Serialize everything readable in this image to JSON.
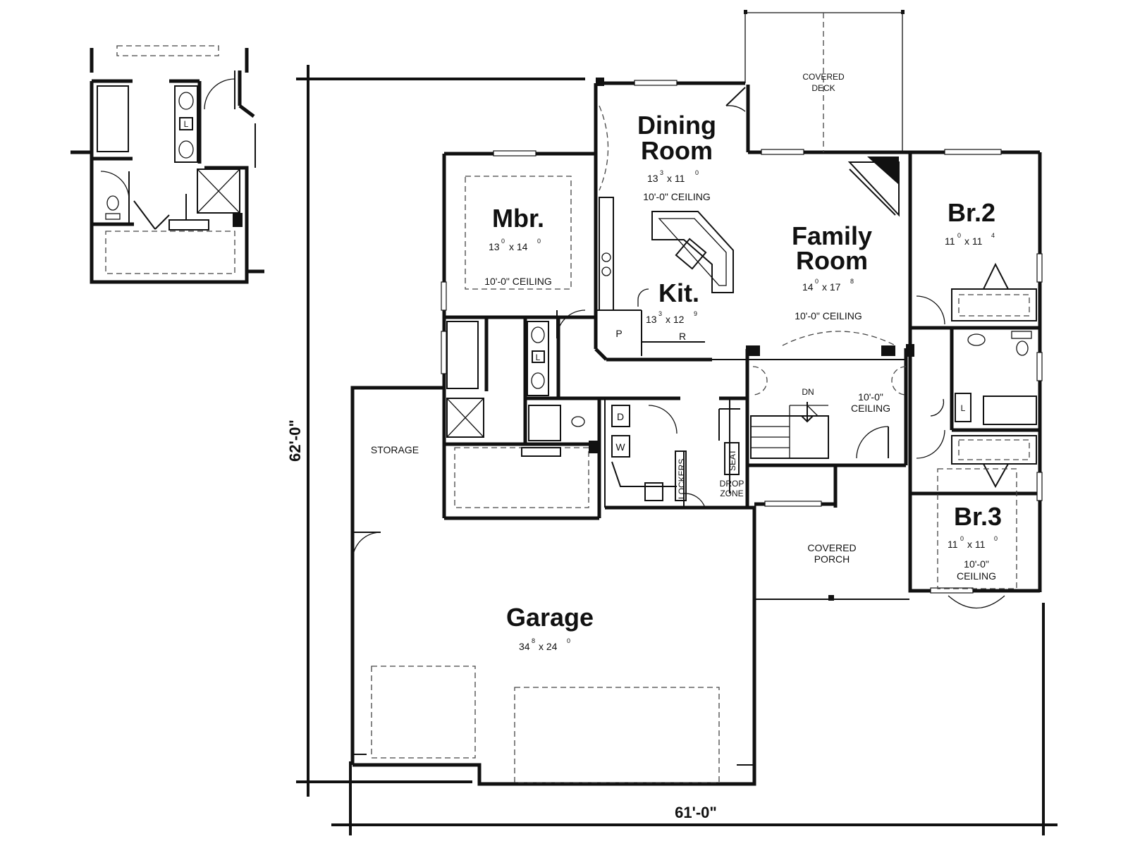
{
  "rooms": {
    "dining": {
      "name_line1": "Dining",
      "name_line2": "Room",
      "size_a": "13",
      "size_a_sup": "3",
      "size_b": "x 11",
      "size_b_sup": "0",
      "ceiling": "10'-0\" CEILING"
    },
    "mbr": {
      "name": "Mbr.",
      "size_a": "13",
      "size_a_sup": "0",
      "size_b": "x 14",
      "size_b_sup": "0",
      "ceiling": "10'-0\" CEILING"
    },
    "family": {
      "name_line1": "Family",
      "name_line2": "Room",
      "size_a": "14",
      "size_a_sup": "0",
      "size_b": "x 17",
      "size_b_sup": "8",
      "ceiling": "10'-0\" CEILING"
    },
    "kitchen": {
      "name": "Kit.",
      "size_a": "13",
      "size_a_sup": "3",
      "size_b": "x 12",
      "size_b_sup": "9"
    },
    "br2": {
      "name": "Br.2",
      "size_a": "11",
      "size_a_sup": "0",
      "size_b": "x 11",
      "size_b_sup": "4"
    },
    "br3": {
      "name": "Br.3",
      "size_a": "11",
      "size_a_sup": "0",
      "size_b": "x 11",
      "size_b_sup": "0",
      "ceiling_line1": "10'-0\"",
      "ceiling_line2": "CEILING"
    },
    "garage": {
      "name": "Garage",
      "size_a": "34",
      "size_a_sup": "8",
      "size_b": "x 24",
      "size_b_sup": "0"
    },
    "foyer": {
      "ceiling_line1": "10'-0\"",
      "ceiling_line2": "CEILING"
    }
  },
  "labels": {
    "covered_deck_1": "COVERED",
    "covered_deck_2": "DECK",
    "covered_porch_1": "COVERED",
    "covered_porch_2": "PORCH",
    "storage": "STORAGE",
    "lockers": "LOCKERS",
    "seat": "SEAT",
    "drop_zone_1": "DROP",
    "drop_zone_2": "ZONE",
    "dn": "DN",
    "pantry": "P",
    "refrigerator": "R",
    "dryer": "D",
    "washer": "W",
    "linen_inset": "L",
    "linen_master": "L",
    "linen_hall": "L"
  },
  "dimensions": {
    "depth": "62'-0\"",
    "width": "61'-0\""
  }
}
